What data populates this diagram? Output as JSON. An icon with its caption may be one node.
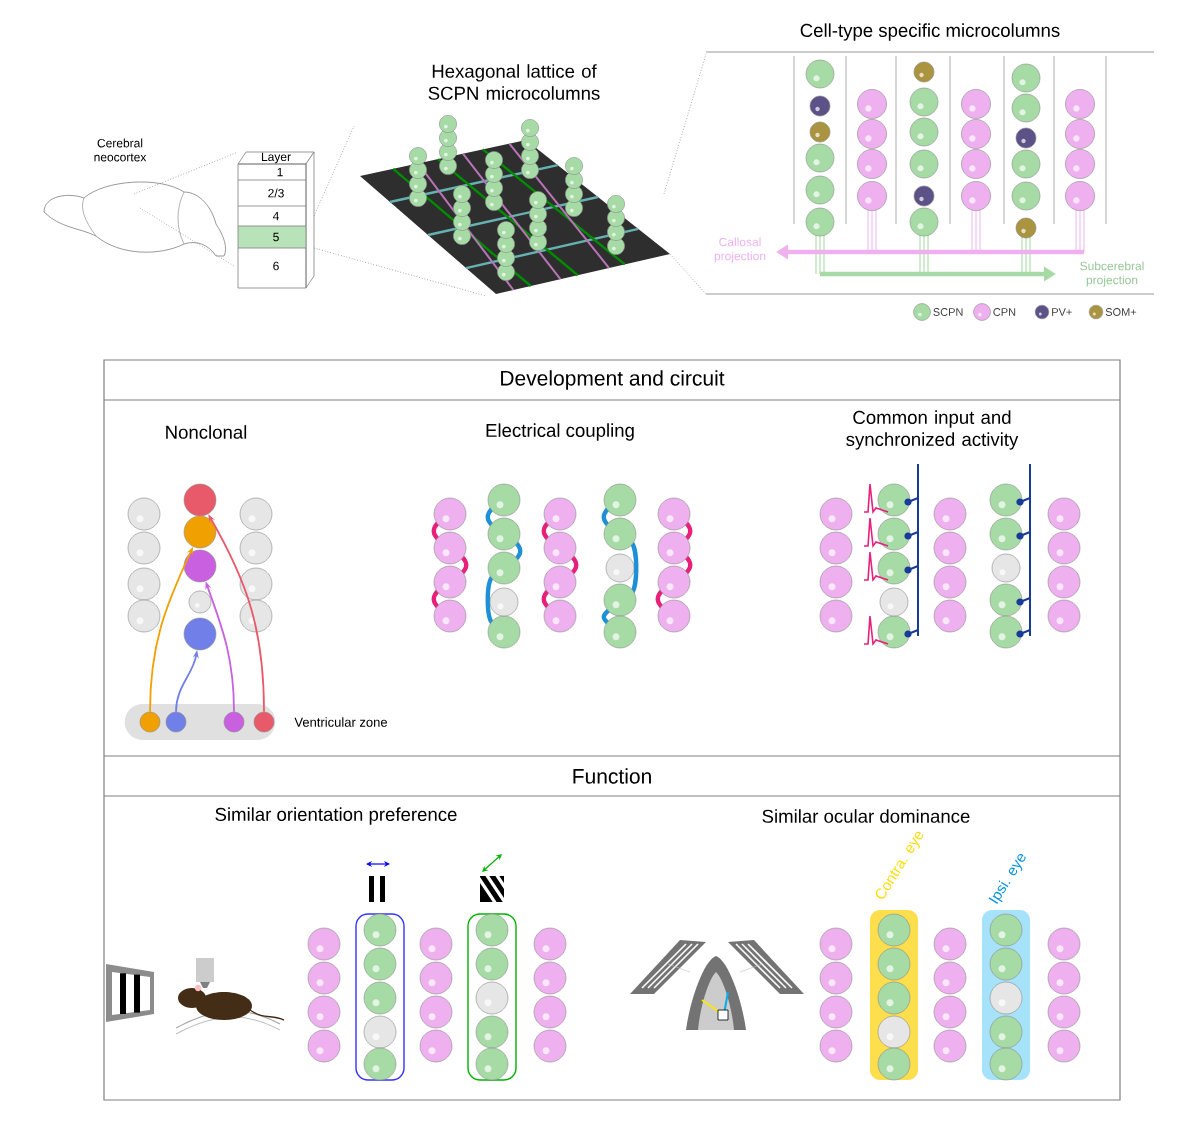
{
  "diagram": {
    "nodes": [
      {
        "text": [],
        "shape": "bar",
        "beside": [
          "Ventricular zone"
        ]
      },
      {
        "text": [],
        "shape": "circle",
        "in": 0
      },
      {
        "text": [],
        "shape": "circle",
        "in": 0
      },
      {
        "text": [],
        "shape": "circle",
        "in": 0
      },
      {
        "text": [],
        "shape": "circle",
        "in": 0
      },
      {
        "text": [],
        "shape": "circle"
      },
      {
        "text": [],
        "shape": "circle"
      },
      {
        "text": [],
        "shape": "circle"
      },
      {
        "text": [],
        "shape": "circle"
      }
    ],
    "edges": [
      {
        "from": 1,
        "to": 6,
        "arrow": "to",
        "color": "#f0a000"
      },
      {
        "from": 2,
        "to": 8,
        "arrow": "to",
        "color": "#7080e8"
      },
      {
        "from": 3,
        "to": 7,
        "arrow": "to",
        "color": "#c860e0"
      },
      {
        "from": 4,
        "to": 5,
        "arrow": "to",
        "color": "#e85a6a"
      }
    ],
    "labels": [
      "Cerebral neocortex",
      "Layer",
      "1",
      "2/3",
      "4",
      "5",
      "6",
      "Hexagonal lattice of SCPN microcolumns",
      "Cell-type specific microcolumns",
      "Callosal projection",
      "Subcerebral projection",
      "Development and circuit",
      "Nonclonal",
      "Electrical coupling",
      "Common input and synchronized activity",
      "Function",
      "Similar orientation preference",
      "Similar ocular dominance",
      "Contra. eye",
      "Ipsi. eye"
    ],
    "legend": [
      {
        "text": "SCPN",
        "color": "#a6dba6"
      },
      {
        "text": "CPN",
        "color": "#eeb0ee"
      },
      {
        "text": "PV+",
        "color": "#5c5288"
      },
      {
        "text": "SOM+",
        "color": "#ab9440"
      }
    ]
  }
}
